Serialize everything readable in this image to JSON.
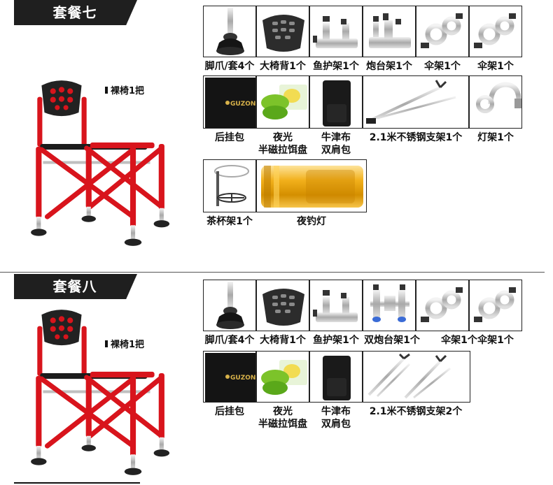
{
  "sections": [
    {
      "title": "套餐七",
      "bare_chair": "裸椅1把",
      "items": [
        {
          "label": "脚爪/套4个"
        },
        {
          "label": "大椅背1个"
        },
        {
          "label": "鱼护架1个"
        },
        {
          "label": "炮台架1个"
        },
        {
          "label": "伞架1个"
        },
        {
          "label": "伞架1个"
        },
        {
          "label": "后挂包"
        },
        {
          "label": "夜光",
          "label2": "半磁拉饵盘"
        },
        {
          "label": "牛津布",
          "label2": "双肩包"
        },
        {
          "label": "2.1米不锈钢支架1个"
        },
        {
          "label": "灯架1个"
        },
        {
          "label": "茶杯架1个"
        },
        {
          "label": "夜钓灯"
        }
      ]
    },
    {
      "title": "套餐八",
      "bare_chair": "裸椅1把",
      "items": [
        {
          "label": "脚爪/套4个"
        },
        {
          "label": "大椅背1个"
        },
        {
          "label": "鱼护架1个"
        },
        {
          "label": "双炮台架1个"
        },
        {
          "label": "伞架1个"
        },
        {
          "label": "伞架1个"
        },
        {
          "label": "后挂包"
        },
        {
          "label": "夜光",
          "label2": "半磁拉饵盘"
        },
        {
          "label": "牛津布",
          "label2": "双肩包"
        },
        {
          "label": "2.1米不锈钢支架2个"
        }
      ]
    }
  ],
  "bag_logo": "GUZON",
  "colors": {
    "chair_red": "#d8141c",
    "header_bg": "#1f1f1f",
    "lamp_gold": "#e7a70a",
    "bait_green": "#7cc32a"
  }
}
